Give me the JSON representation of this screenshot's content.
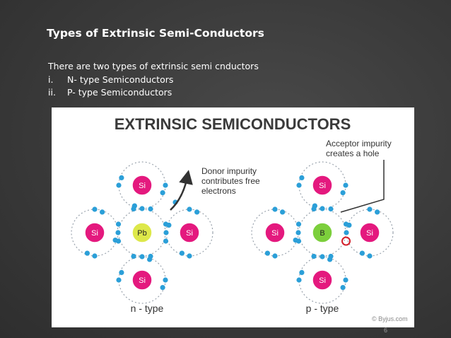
{
  "slide": {
    "title": "Types of Extrinsic Semi-Conductors",
    "intro": "There are two types of extrinsic semi cnductors",
    "items": [
      {
        "num": "i.",
        "text": "N- type Semiconductors"
      },
      {
        "num": "ii.",
        "text": "P- type Semiconductors"
      }
    ],
    "page_number": "6"
  },
  "figure": {
    "heading": "EXTRINSIC SEMICONDUCTORS",
    "donor_note": [
      "Donor impurity",
      "contributes free",
      "electrons"
    ],
    "acceptor_note": [
      "Acceptor impurity",
      "creates a hole"
    ],
    "n_type": {
      "caption": "n - type",
      "center": "Pb",
      "top": "Si",
      "left": "Si",
      "right": "Si",
      "bottom": "Si"
    },
    "p_type": {
      "caption": "p - type",
      "center": "B",
      "top": "Si",
      "left": "Si",
      "right": "Si",
      "bottom": "Si"
    },
    "credit": "© Byjus.com",
    "colors": {
      "silicon": "#e4197e",
      "donor": "#dde84a",
      "acceptor": "#7ccf3c",
      "electron": "#2b9fd8",
      "hole": "#d3202b",
      "orbit": "#9aa3ad"
    }
  }
}
